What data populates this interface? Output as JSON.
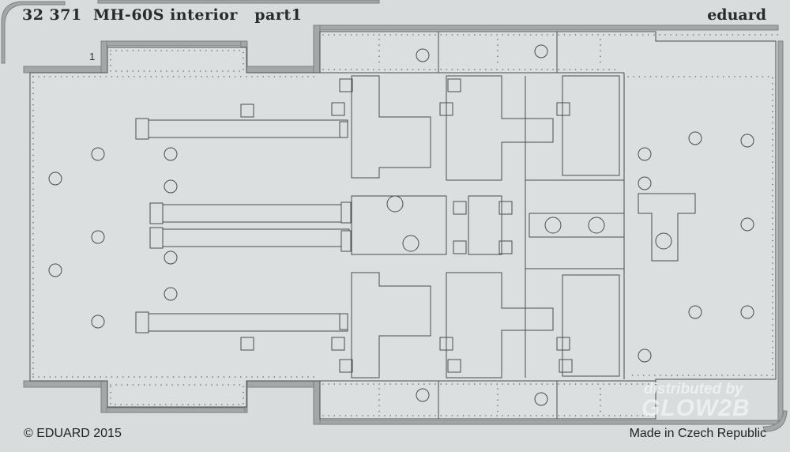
{
  "header": {
    "title": "32 371  MH-60S interior   part1",
    "brand": "eduard"
  },
  "part_label": "1",
  "footer": {
    "copyright": "© EDUARD 2015",
    "origin": "Made in Czech Republic"
  },
  "watermark": {
    "line1": "distributed by",
    "line2": "GLOW2B"
  },
  "colors": {
    "background": "#d9dcdc",
    "frame": "#9fa3a4",
    "line": "#4a4d4f"
  }
}
